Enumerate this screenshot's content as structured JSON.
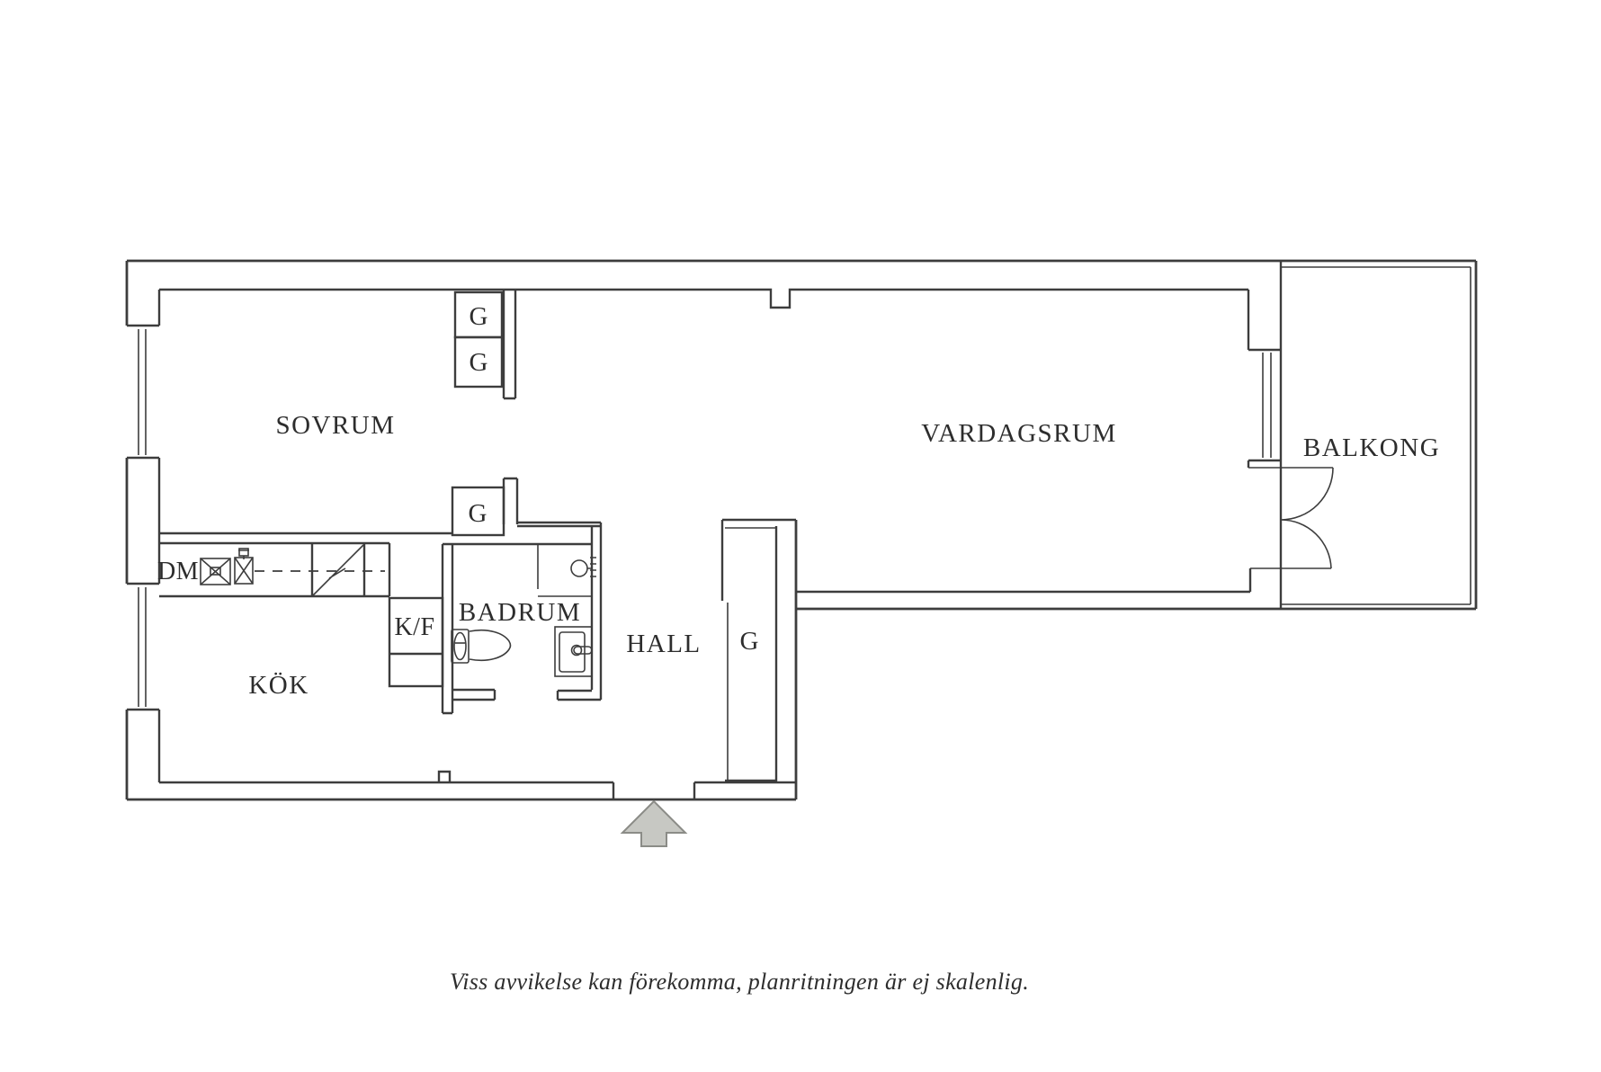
{
  "rooms": {
    "sovrum": "SOVRUM",
    "vardagsrum": "VARDAGSRUM",
    "balkong": "BALKONG",
    "kok": "KÖK",
    "badrum": "BADRUM",
    "hall": "HALL"
  },
  "fixtures": {
    "dishwasher": "DM",
    "fridge_freezer": "K/F"
  },
  "wardrobe_labels": [
    "G",
    "G",
    "G",
    "G"
  ],
  "caption": "Viss avvikelse kan förekomma, planritningen är ej skalenlig.",
  "colors": {
    "background": "#ffffff",
    "line": "#3d3d3d",
    "text": "#2d2d2d",
    "arrow_fill": "#c7c8c3",
    "arrow_stroke": "#8b8c87"
  }
}
